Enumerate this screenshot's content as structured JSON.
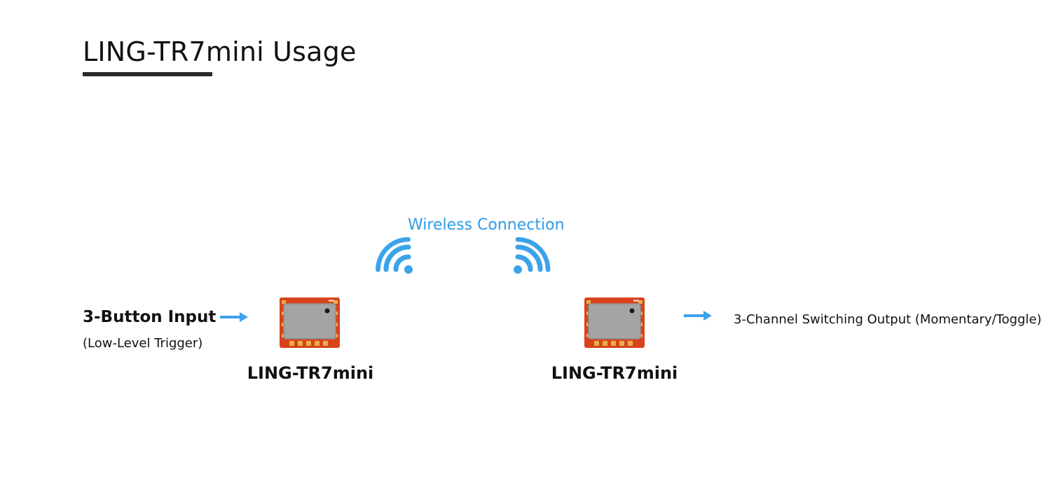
{
  "header": {
    "title": "LING-TR7mini Usage"
  },
  "diagram": {
    "wireless_label": "Wireless Connection",
    "input": {
      "label": "3-Button Input",
      "sublabel": "(Low-Level Trigger)"
    },
    "transmitter": {
      "label": "LING-TR7mini"
    },
    "receiver": {
      "label": "LING-TR7mini"
    },
    "output": {
      "label": "3-Channel Switching Output (Momentary/Toggle)"
    }
  },
  "colors": {
    "accent": "#3aa3ea",
    "module_pcb": "#d8431c",
    "module_shield": "#a4a4a4",
    "title_underline": "#2b2b2b"
  },
  "icons": {
    "arrow": "right-arrow-icon",
    "wifi": "wifi-signal-icon",
    "module": "rf-module-icon"
  }
}
